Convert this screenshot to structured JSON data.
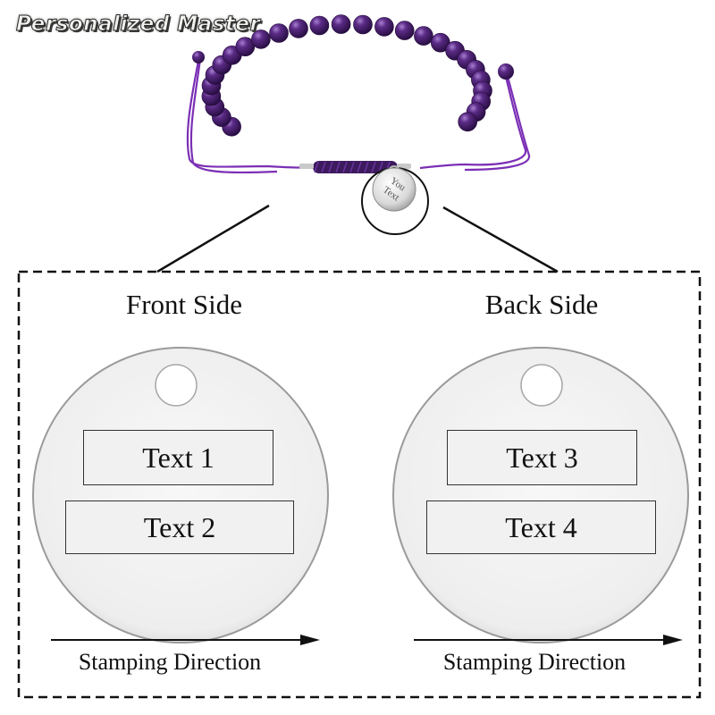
{
  "brand": {
    "label": "Personalized Master"
  },
  "charm_engraving": {
    "line1": "You",
    "line2": "Text"
  },
  "front": {
    "title": "Front Side",
    "text1": "Text 1",
    "text2": "Text 2",
    "direction_label": "Stamping Direction"
  },
  "back": {
    "title": "Back Side",
    "text3": "Text 3",
    "text4": "Text 4",
    "direction_label": "Stamping Direction"
  },
  "colors": {
    "bead": "#4a1f6e",
    "cord": "#7b2fb5",
    "tag_fill": "#f1f1f1",
    "tag_outline": "#9a9a9a"
  }
}
